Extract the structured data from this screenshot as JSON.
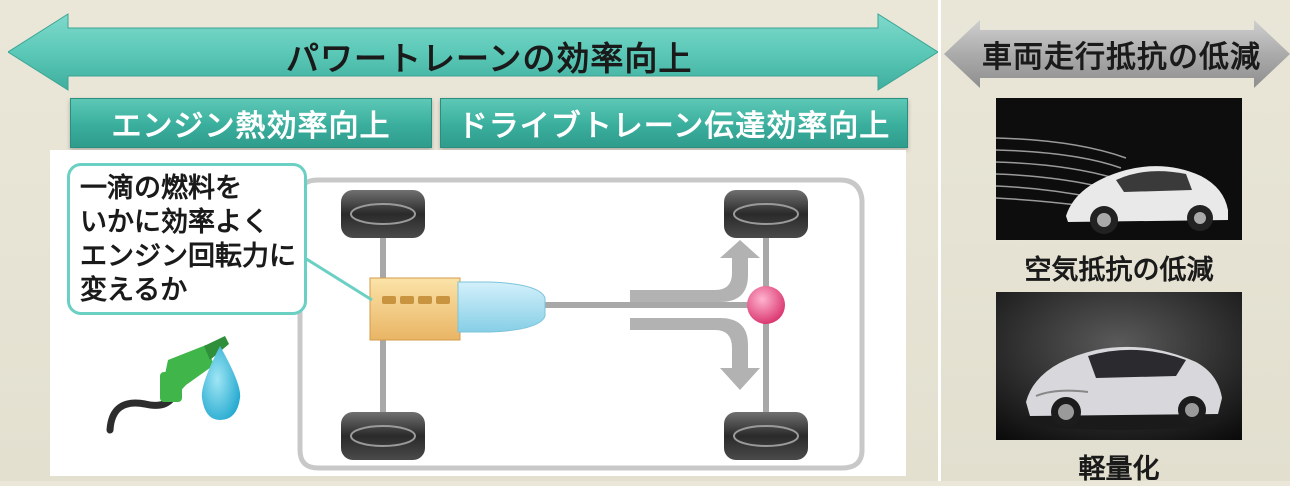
{
  "header": {
    "powertrain_title": "パワートレーンの効率向上",
    "resistance_title": "車両走行抵抗の低減"
  },
  "boxes": {
    "engine": "エンジン熱効率向上",
    "drivetrain": "ドライブトレーン伝達効率向上"
  },
  "bubble": {
    "lines": [
      "一滴の燃料を",
      "いかに効率よく",
      "エンジン回転力に",
      "変えるか"
    ]
  },
  "right": {
    "aero_caption": "空気抵抗の低減",
    "weight_caption": "軽量化"
  },
  "colors": {
    "teal_arrow": "#5cc9b8",
    "teal_box": "#3aae9d",
    "gray_arrow": "#9c9c9c",
    "engine_block": "#f2c97a",
    "transmission": "#a8def0",
    "differential": "#e8407a",
    "fuel_nozzle": "#3fb54a",
    "fuel_drop": "#3ab8d8"
  }
}
